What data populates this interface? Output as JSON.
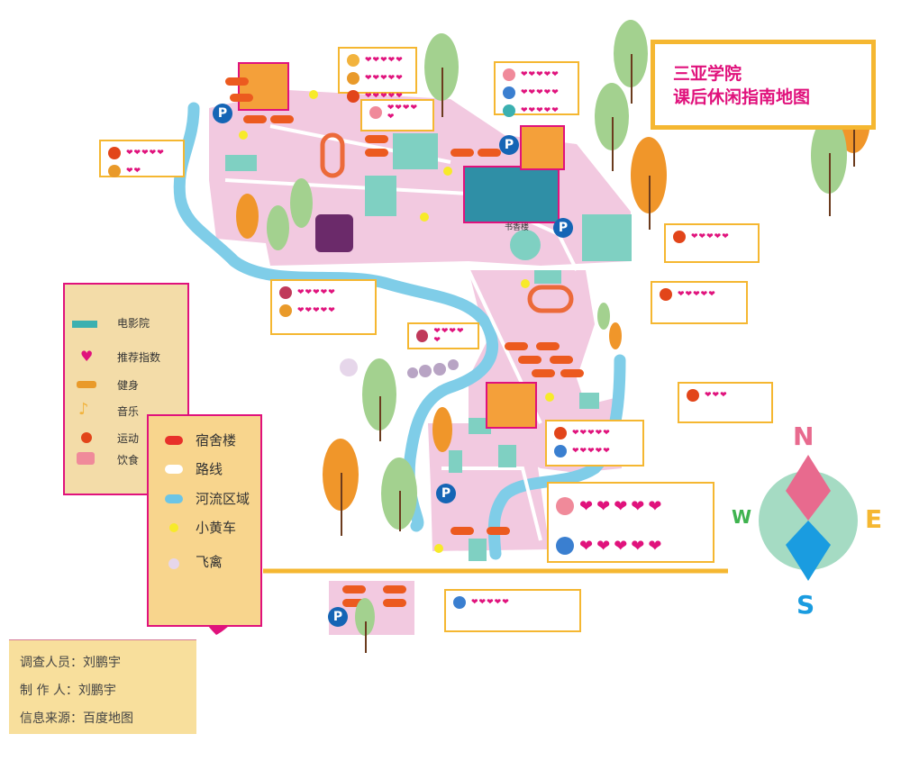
{
  "title": {
    "line1": "三亚学院",
    "line2": "课后休闲指南地图"
  },
  "building_label": "书香楼",
  "parking_label": "P",
  "legend_icons": {
    "items": [
      {
        "label": "电影院",
        "icon": "cinema-icon"
      },
      {
        "label": "推荐指数",
        "icon": "heart-icon"
      },
      {
        "label": "健身",
        "icon": "dumbbell-icon"
      },
      {
        "label": "音乐",
        "icon": "music-icon"
      },
      {
        "label": "运动",
        "icon": "ball-icon"
      },
      {
        "label": "饮食",
        "icon": "food-icon"
      }
    ]
  },
  "legend_colors": {
    "items": [
      {
        "label": "宿舍楼",
        "color": "#e8302a"
      },
      {
        "label": "路线",
        "color": "#ffffff"
      },
      {
        "label": "河流区域",
        "color": "#6cc5e6"
      },
      {
        "label": "小黄车",
        "color": "#f7ea2a"
      },
      {
        "label": "飞禽",
        "color": "#e6d6ea"
      }
    ]
  },
  "credits": {
    "surveyor": "调查人员：刘鹏宇",
    "maker": "制 作 人：刘鹏宇",
    "source": "信息来源：百度地图"
  },
  "compass": {
    "n": "N",
    "e": "E",
    "s": "S",
    "w": "W"
  },
  "icon_colors": {
    "ball-icon": "#e2451a",
    "dumbbell-icon": "#e99a2a",
    "music-icon": "#f2b33d",
    "food-icon": "#f08a9a",
    "drinks-icon": "#3a7fd0",
    "cinema-icon": "#3bb0b0",
    "books-icon": "#c0395a"
  },
  "info_boxes": [
    {
      "id": "nw",
      "rows": [
        {
          "icon": "ball-icon",
          "rating": 5
        },
        {
          "icon": "dumbbell-icon",
          "rating": 2
        }
      ]
    },
    {
      "id": "north-a",
      "rows": [
        {
          "icon": "music-icon",
          "rating": 5
        },
        {
          "icon": "dumbbell-icon",
          "rating": 5
        },
        {
          "icon": "ball-icon",
          "rating": 5
        }
      ]
    },
    {
      "id": "north-b",
      "rows": [
        {
          "icon": "food-icon",
          "rating": 5
        }
      ]
    },
    {
      "id": "north-c",
      "rows": [
        {
          "icon": "food-icon",
          "rating": 5
        },
        {
          "icon": "drinks-icon",
          "rating": 5
        },
        {
          "icon": "cinema-icon",
          "rating": 5
        }
      ]
    },
    {
      "id": "east-a",
      "rows": [
        {
          "icon": "ball-icon",
          "rating": 5
        }
      ]
    },
    {
      "id": "center",
      "rows": [
        {
          "icon": "books-icon",
          "rating": 5
        },
        {
          "icon": "dumbbell-icon",
          "rating": 5
        }
      ]
    },
    {
      "id": "east-b",
      "rows": [
        {
          "icon": "ball-icon",
          "rating": 5
        }
      ]
    },
    {
      "id": "mid",
      "rows": [
        {
          "icon": "books-icon",
          "rating": 5
        }
      ]
    },
    {
      "id": "east-c",
      "rows": [
        {
          "icon": "ball-icon",
          "rating": 3
        }
      ]
    },
    {
      "id": "south-a",
      "rows": [
        {
          "icon": "ball-icon",
          "rating": 5
        },
        {
          "icon": "drinks-icon",
          "rating": 5
        }
      ]
    },
    {
      "id": "south-big",
      "big": true,
      "rows": [
        {
          "icon": "food-icon",
          "rating": 5
        },
        {
          "icon": "drinks-icon",
          "rating": 5
        }
      ]
    },
    {
      "id": "south-b",
      "rows": [
        {
          "icon": "drinks-icon",
          "rating": 5
        }
      ]
    }
  ]
}
